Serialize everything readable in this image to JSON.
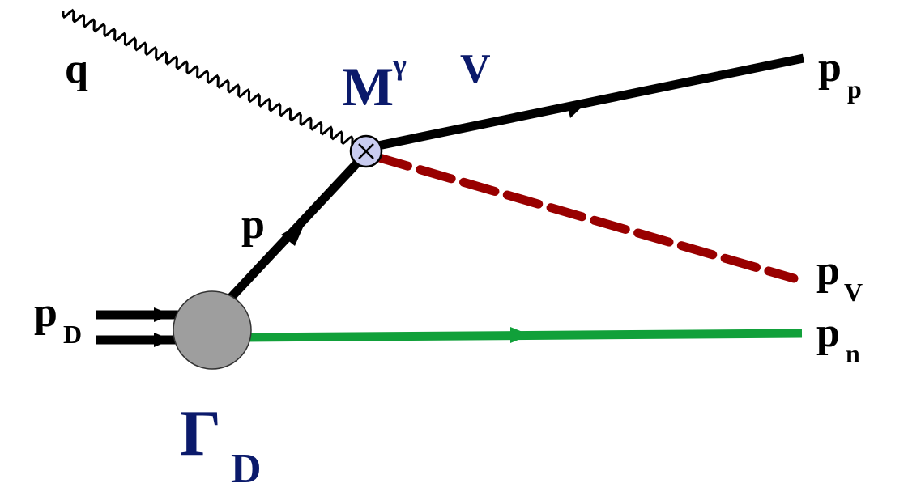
{
  "labels": {
    "photon": "q",
    "vertex_main": "M",
    "vertex_sup_gamma": "γ",
    "vertex_sup_v": "V",
    "proton_internal": "p",
    "deuteron_main": "p",
    "deuteron_sub": "D",
    "proton_out_main": "p",
    "proton_out_sub": "p",
    "vector_out_main": "p",
    "vector_out_sub": "V",
    "neutron_out_main": "p",
    "neutron_out_sub": "n",
    "gamma_main": "Γ",
    "gamma_sub": "D"
  },
  "colors": {
    "line_black": "#000000",
    "vector_meson": "#990000",
    "neutron": "#11a03a",
    "blob_fill": "#9e9e9e",
    "vertex_fill": "#c9ccf0",
    "label_black": "#000000",
    "label_navy": "#0b1a6b"
  }
}
